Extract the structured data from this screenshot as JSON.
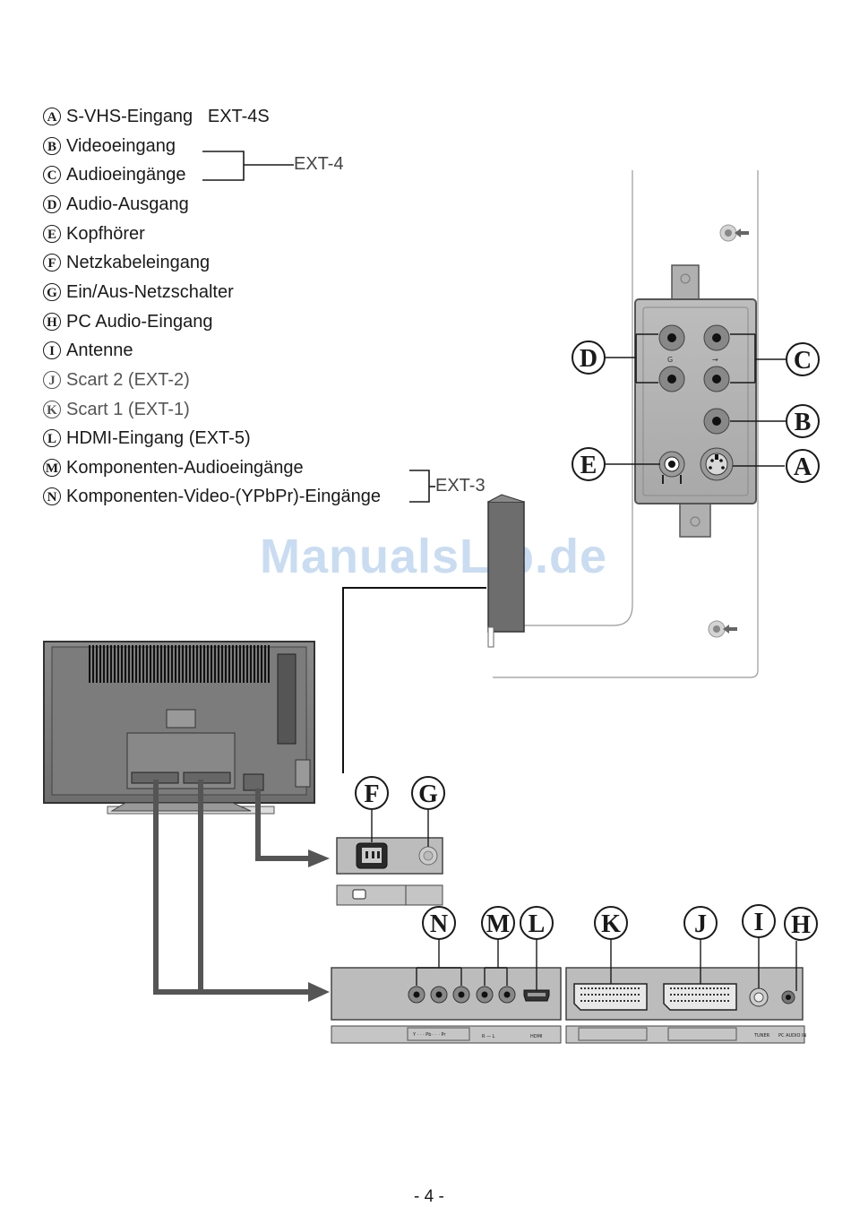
{
  "legend": [
    {
      "letter": "A",
      "text": "S-VHS-Eingang   EXT-4S",
      "muted": false
    },
    {
      "letter": "B",
      "text": "Videoeingang",
      "muted": false
    },
    {
      "letter": "C",
      "text": "Audioeingänge",
      "muted": false
    },
    {
      "letter": "D",
      "text": "Audio-Ausgang",
      "muted": false
    },
    {
      "letter": "E",
      "text": "Kopfhörer",
      "muted": false
    },
    {
      "letter": "F",
      "text": "Netzkabeleingang",
      "muted": false
    },
    {
      "letter": "G",
      "text": "Ein/Aus-Netzschalter",
      "muted": false
    },
    {
      "letter": "H",
      "text": "PC Audio-Eingang",
      "muted": false
    },
    {
      "letter": "I",
      "text": "Antenne",
      "muted": false
    },
    {
      "letter": "J",
      "text": "Scart 2 (EXT-2)",
      "muted": true
    },
    {
      "letter": "K",
      "text": "Scart 1 (EXT-1)",
      "muted": true
    },
    {
      "letter": "L",
      "text": "HDMI-Eingang (EXT-5)",
      "muted": false
    },
    {
      "letter": "M",
      "text": "Komponenten-Audioeingänge",
      "muted": false
    },
    {
      "letter": "N",
      "text": "Komponenten-Video-(YPbPr)-Eingänge",
      "muted": false
    }
  ],
  "groups": {
    "ext4": "EXT-4",
    "ext3": "EXT-3"
  },
  "callouts": {
    "A": "A",
    "B": "B",
    "C": "C",
    "D": "D",
    "E": "E",
    "F": "F",
    "G": "G",
    "H": "H",
    "I": "I",
    "J": "J",
    "K": "K",
    "L": "L",
    "M": "M",
    "N": "N"
  },
  "panel_labels": {
    "hdmi": "HDMI",
    "tuner": "TUNER",
    "pc_audio_in": "PC AUDIO IN",
    "ypbpr": "Y · · · Pb · · · Pr",
    "audio_lr": "R — L"
  },
  "watermark": "ManualsLib.de",
  "page_number": "- 4 -"
}
